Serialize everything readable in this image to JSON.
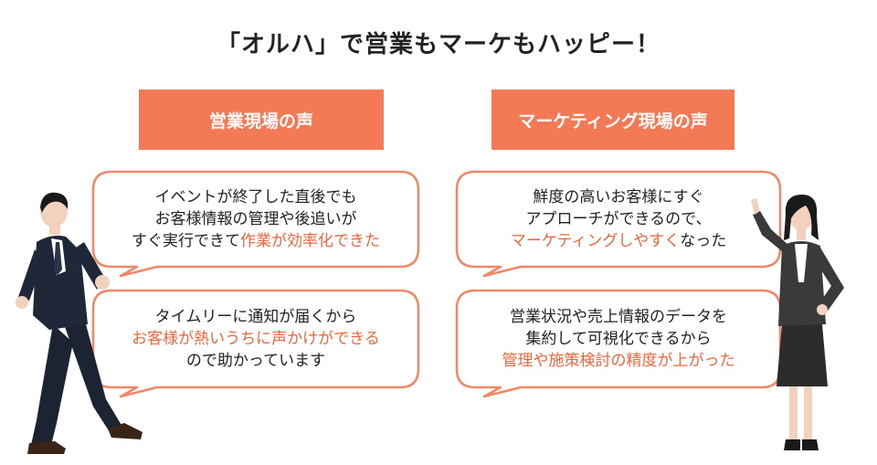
{
  "title": "「オルハ」で営業もマーケもハッピー！",
  "colors": {
    "accent": "#f47a55",
    "highlight": "#f0643a",
    "bubble_border": "#f08866"
  },
  "left": {
    "header": "営業現場の声",
    "bubbles": [
      {
        "lines": [
          [
            {
              "t": "イベントが終了した直後でも",
              "hl": false
            }
          ],
          [
            {
              "t": "お客様情報の管理や後追いが",
              "hl": false
            }
          ],
          [
            {
              "t": "すぐ実行できて",
              "hl": false
            },
            {
              "t": "作業が効率化できた",
              "hl": true
            }
          ]
        ]
      },
      {
        "lines": [
          [
            {
              "t": "タイムリーに通知が届くから",
              "hl": false
            }
          ],
          [
            {
              "t": "お客様が熱いうちに声かけができる",
              "hl": true
            }
          ],
          [
            {
              "t": "ので助かっています",
              "hl": false
            }
          ]
        ]
      }
    ]
  },
  "right": {
    "header": "マーケティング現場の声",
    "bubbles": [
      {
        "lines": [
          [
            {
              "t": "鮮度の高いお客様にすぐ",
              "hl": false
            }
          ],
          [
            {
              "t": "アプローチができるので、",
              "hl": false
            }
          ],
          [
            {
              "t": "マーケティングしやすく",
              "hl": true
            },
            {
              "t": "なった",
              "hl": false
            }
          ]
        ]
      },
      {
        "lines": [
          [
            {
              "t": "営業状況や売上情報のデータを",
              "hl": false
            }
          ],
          [
            {
              "t": "集約して可視化できるから",
              "hl": false
            }
          ],
          [
            {
              "t": "管理や施策検討の精度が上がった",
              "hl": true
            }
          ]
        ]
      }
    ]
  }
}
